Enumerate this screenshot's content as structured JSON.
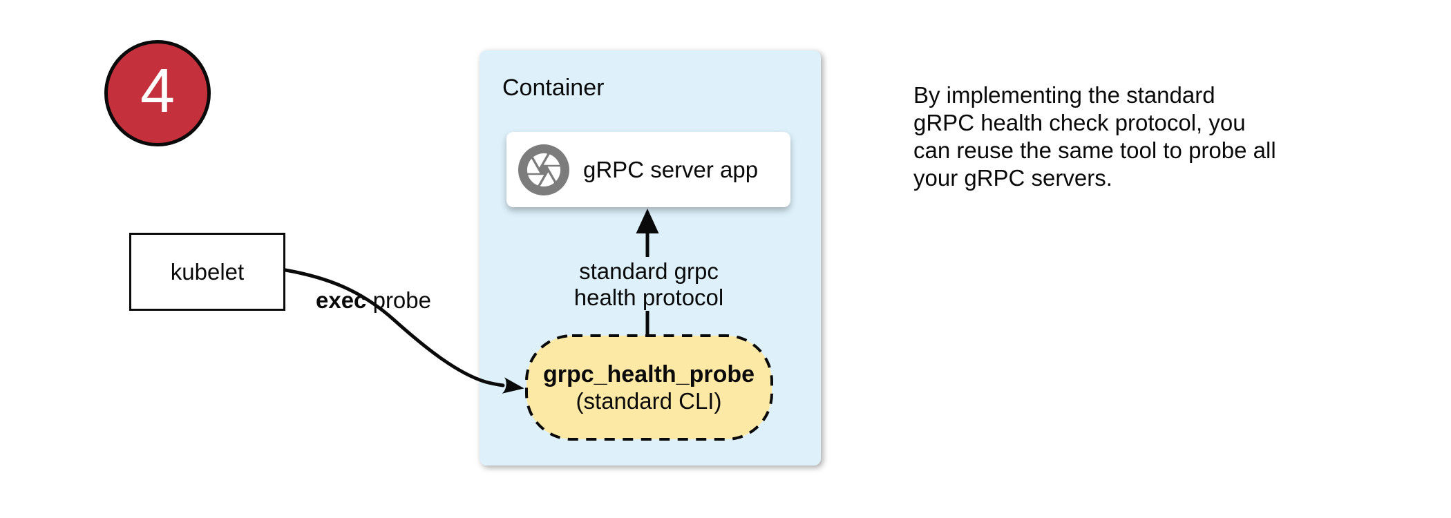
{
  "step_badge": {
    "number": "4",
    "color": "#C4303C"
  },
  "kubelet_box": {
    "label": "kubelet"
  },
  "exec_probe_label": {
    "bold": "exec",
    "rest": " probe"
  },
  "container": {
    "label": "Container",
    "bg_color": "#DEF1FB",
    "server_box": {
      "label": "gRPC server app",
      "icon": "grpc-logo-icon",
      "icon_color": "#7C7C7C"
    },
    "protocol_arrow_label": "standard grpc\nhealth protocol",
    "probe_capsule": {
      "title": "grpc_health_probe",
      "subtitle": "(standard CLI)",
      "bg_color": "#FDE9A6",
      "border_style": "dashed"
    }
  },
  "annotation": {
    "text": "By implementing the standard\ngRPC health check protocol, you\ncan reuse the same tool to probe all\nyour gRPC servers."
  }
}
